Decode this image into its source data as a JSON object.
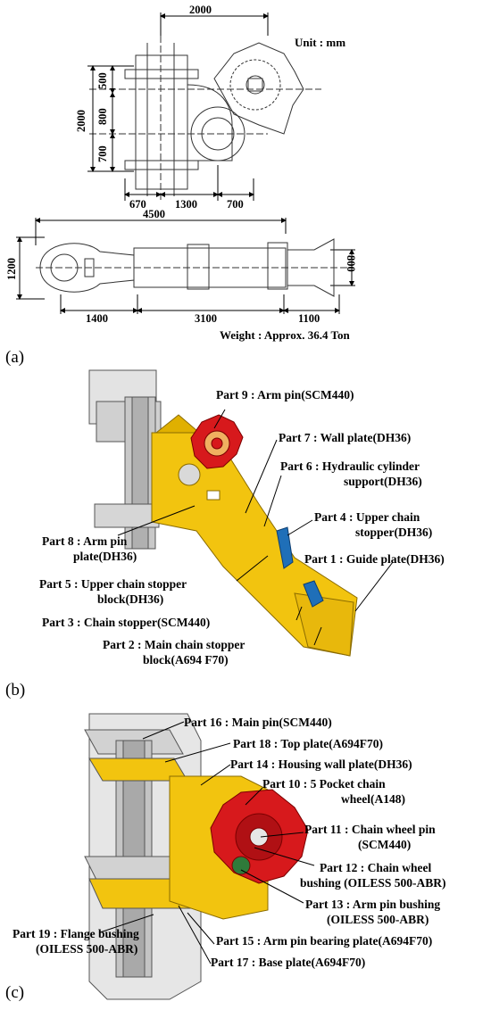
{
  "panel_a": {
    "label": "(a)",
    "unit": "Unit : mm",
    "weight": "Weight : Approx. 36.4 Ton",
    "dims": {
      "top_width": "2000",
      "height_total": "2000",
      "h500": "500",
      "h800": "800",
      "h700": "700",
      "w670": "670",
      "w1300": "1300",
      "w700": "700",
      "overall_4500": "4500",
      "side_1200": "1200",
      "side_800": "800",
      "b1400": "1400",
      "b3100": "3100",
      "b1100": "1100"
    }
  },
  "panel_b": {
    "label": "(b)",
    "parts": [
      {
        "line1": "Part 9 : Arm pin(SCM440)",
        "line2": ""
      },
      {
        "line1": "Part 7 : Wall plate(DH36)",
        "line2": ""
      },
      {
        "line1": "Part 6 : Hydraulic cylinder",
        "line2": "support(DH36)"
      },
      {
        "line1": "Part 4 : Upper chain",
        "line2": "stopper(DH36)"
      },
      {
        "line1": "Part 1 : Guide plate(DH36)",
        "line2": ""
      },
      {
        "line1": "Part 8 : Arm pin",
        "line2": "plate(DH36)"
      },
      {
        "line1": "Part 5 : Upper chain stopper",
        "line2": "block(DH36)"
      },
      {
        "line1": "Part 3 : Chain stopper(SCM440)",
        "line2": ""
      },
      {
        "line1": "Part 2 : Main chain stopper",
        "line2": "block(A694 F70)"
      }
    ]
  },
  "panel_c": {
    "label": "(c)",
    "parts": [
      {
        "line1": "Part 16 : Main pin(SCM440)",
        "line2": ""
      },
      {
        "line1": "Part 18 : Top plate(A694F70)",
        "line2": ""
      },
      {
        "line1": "Part 14 : Housing wall plate(DH36)",
        "line2": ""
      },
      {
        "line1": "Part 10 : 5 Pocket chain",
        "line2": "wheel(A148)"
      },
      {
        "line1": "Part 11 : Chain wheel pin",
        "line2": "(SCM440)"
      },
      {
        "line1": "Part 12 : Chain wheel",
        "line2": "bushing (OILESS 500-ABR)"
      },
      {
        "line1": "Part 13 : Arm pin bushing",
        "line2": "(OILESS 500-ABR)"
      },
      {
        "line1": "Part 19 : Flange bushing",
        "line2": "(OILESS 500-ABR)"
      },
      {
        "line1": "Part 15 : Arm pin bearing plate(A694F70)",
        "line2": ""
      },
      {
        "line1": "Part 17 : Base plate(A694F70)",
        "line2": ""
      }
    ]
  },
  "colors": {
    "yellow": "#f2c40f",
    "red": "#d7191c",
    "blue": "#1f6fb8",
    "grey": "#c8c8c8"
  }
}
